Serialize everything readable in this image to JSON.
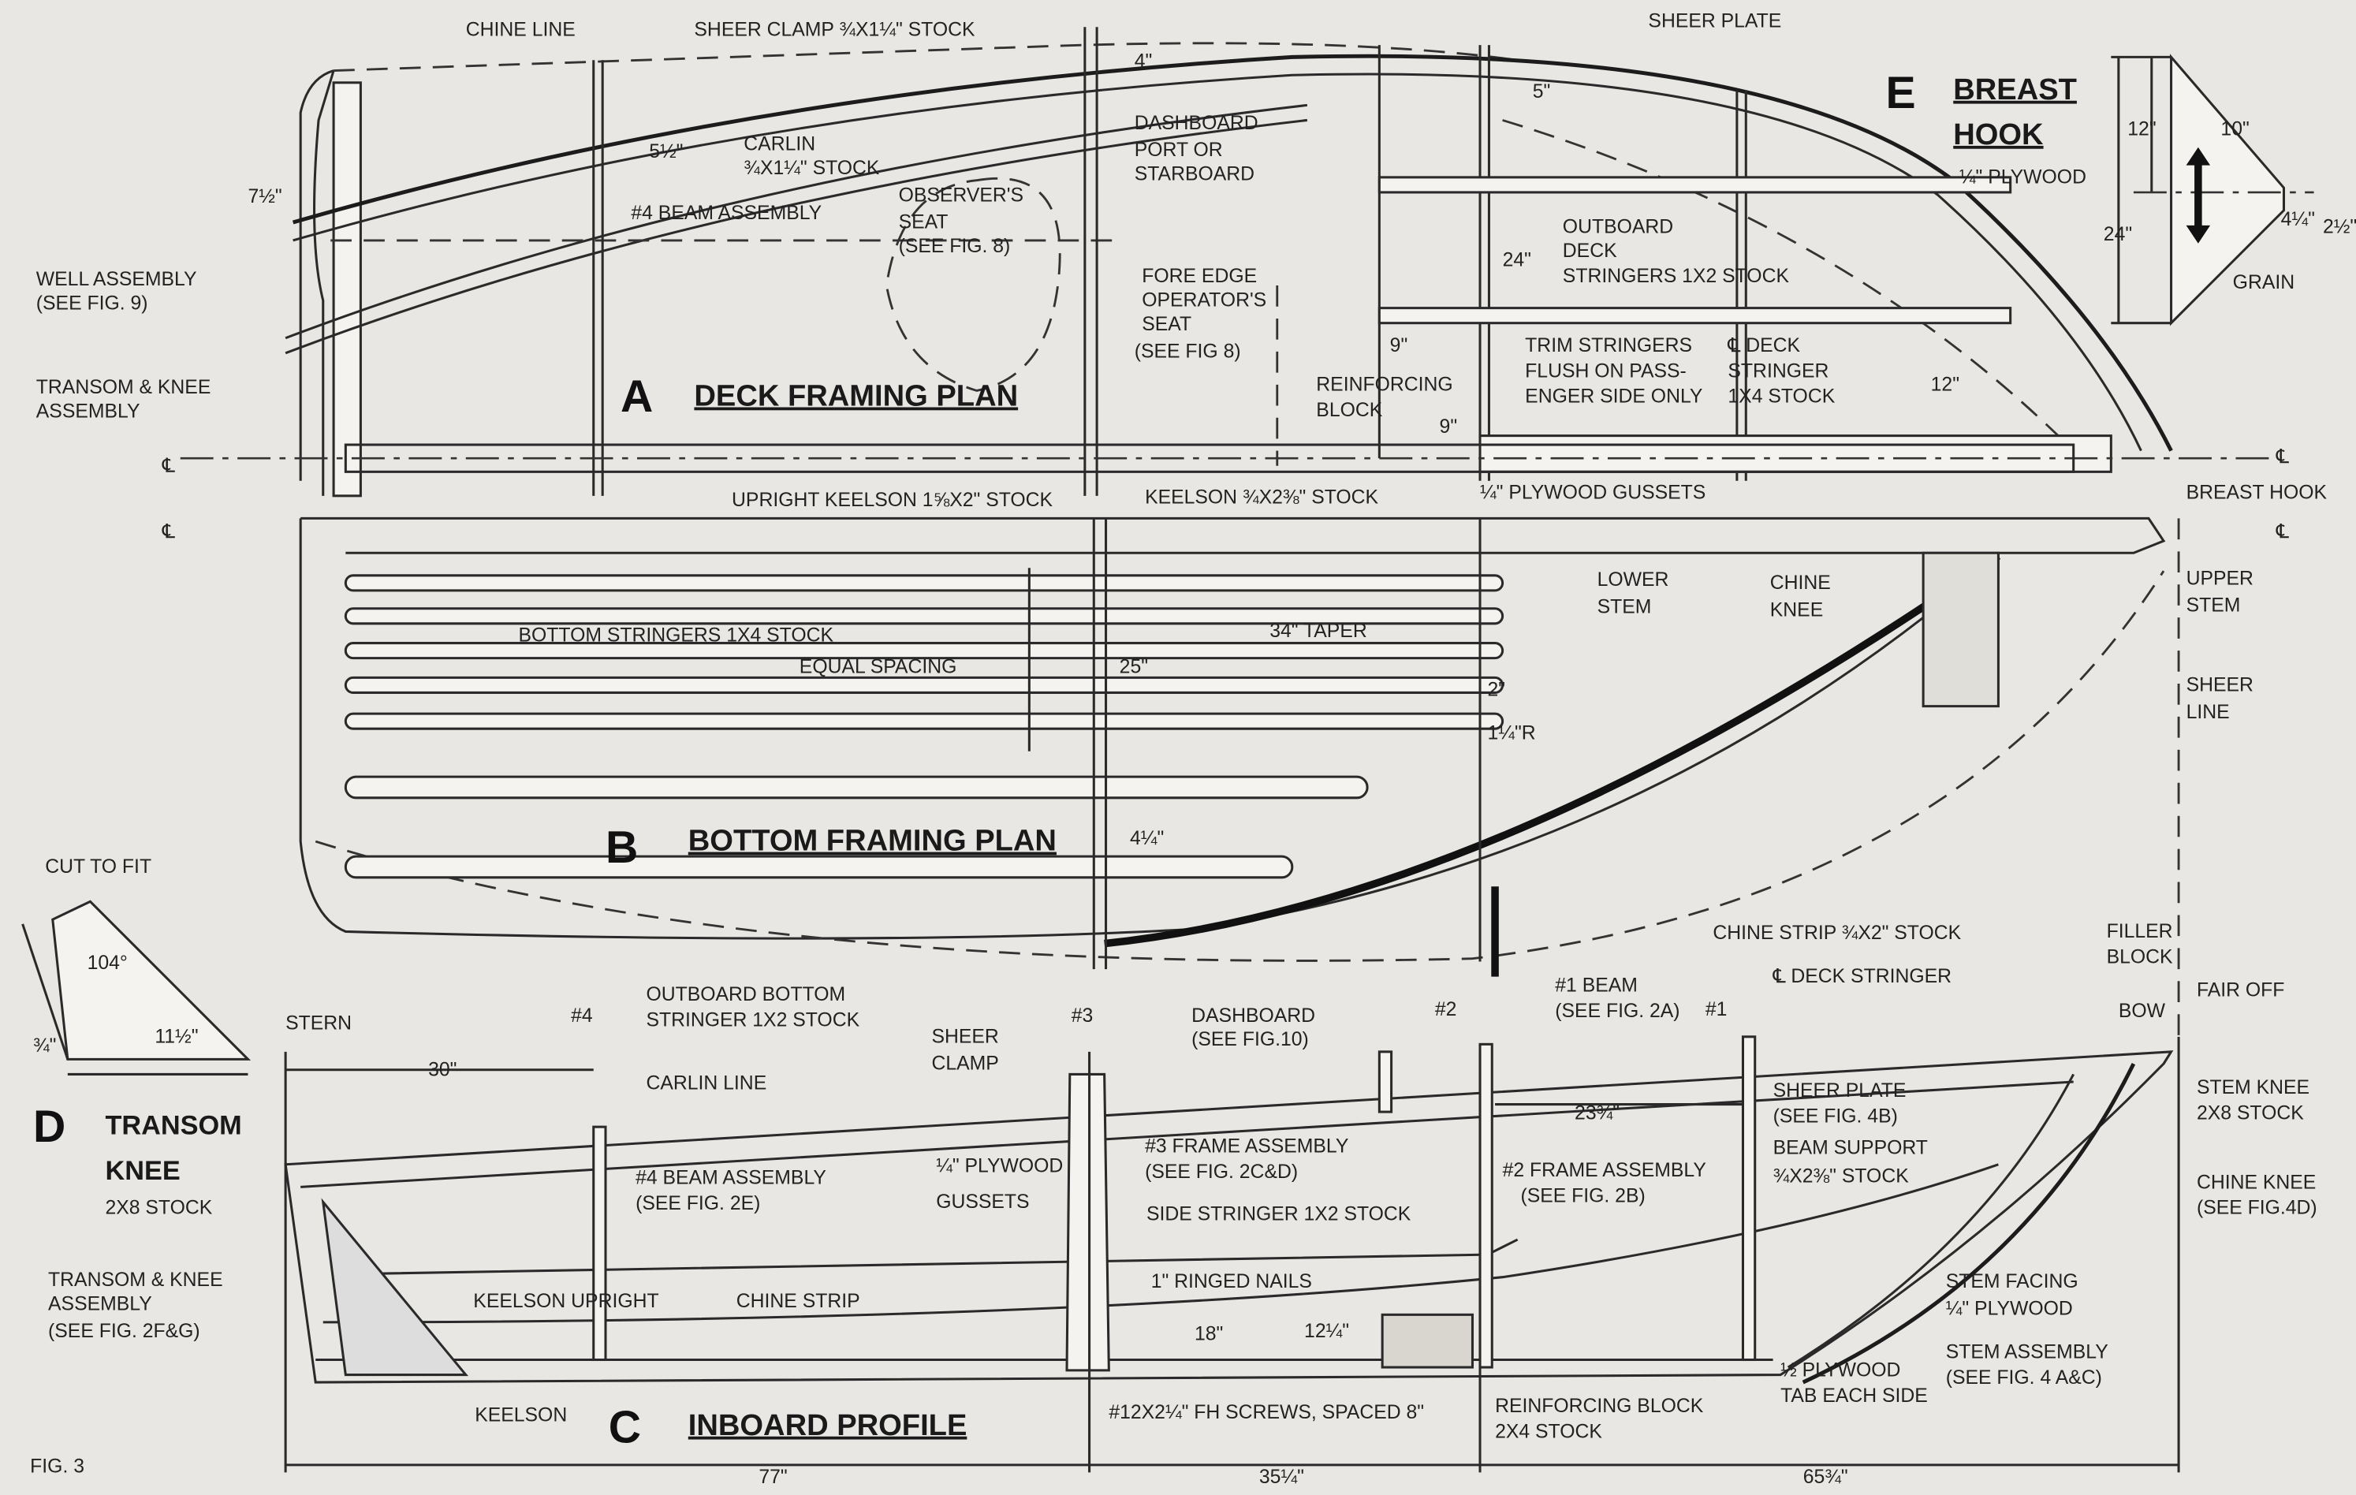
{
  "figure": {
    "fig_label": "FIG. 3",
    "dims_overall": [
      "77\"",
      "35¼\"",
      "65¾\""
    ]
  },
  "a": {
    "letter": "A",
    "title": "DECK FRAMING PLAN",
    "labels": [
      "CHINE LINE",
      "SHEER CLAMP ¾X1¼\" STOCK",
      "SHEER PLATE",
      "CARLIN",
      "¾X1¼\" STOCK",
      "5½\"",
      "7½\"",
      "#4 BEAM ASSEMBLY",
      "OBSERVER'S",
      "SEAT",
      "(SEE FIG. 8)",
      "WELL ASSEMBLY",
      "(SEE FIG. 9)",
      "TRANSOM & KNEE",
      "ASSEMBLY",
      "4\"",
      "5\"",
      "DASHBOARD",
      "PORT OR",
      "STARBOARD",
      "FORE EDGE",
      "OPERATOR'S",
      "SEAT",
      "(SEE FIG 8)",
      "OUTBOARD",
      "DECK",
      "STRINGERS 1X2 STOCK",
      "24\"",
      "9\"",
      "TRIM STRINGERS",
      "FLUSH ON PASS-",
      "ENGER SIDE ONLY",
      "℄ DECK",
      "STRINGER",
      "1X4 STOCK",
      "12\"",
      "REINFORCING",
      "BLOCK",
      "9\"",
      "UPRIGHT KEELSON 1⅝X2\" STOCK",
      "KEELSON ¾X2⅜\" STOCK",
      "¼\" PLYWOOD GUSSETS",
      "BREAST HOOK",
      "℄",
      "℄",
      "℄",
      "℄"
    ]
  },
  "e": {
    "letter": "E",
    "title_1": "BREAST",
    "title_2": "HOOK",
    "labels": [
      "¼\" PLYWOOD",
      "12\"",
      "10\"",
      "24\"",
      "4¼\"",
      "2½\"",
      "GRAIN"
    ]
  },
  "b": {
    "letter": "B",
    "title": "BOTTOM FRAMING PLAN",
    "labels": [
      "BOTTOM STRINGERS 1X4 STOCK",
      "EQUAL SPACING",
      "34\" TAPER",
      "25\"",
      "2\"",
      "1¼\"R",
      "4¼\"",
      "LOWER",
      "STEM",
      "CHINE",
      "KNEE",
      "UPPER",
      "STEM",
      "SHEER",
      "LINE",
      "CHINE STRIP ¾X2\" STOCK",
      "FILLER",
      "BLOCK"
    ]
  },
  "d": {
    "letter": "D",
    "title_1": "TRANSOM",
    "title_2": "KNEE",
    "labels": [
      "2X8 STOCK",
      "CUT TO FIT",
      "104°",
      "¾\"",
      "11½\""
    ]
  },
  "c": {
    "letter": "C",
    "title": "INBOARD PROFILE",
    "labels": [
      "OUTBOARD BOTTOM",
      "STRINGER 1X2 STOCK",
      "STERN",
      "30\"",
      "#4",
      "#3",
      "#2",
      "#1",
      "SHEER",
      "CLAMP",
      "CARLIN LINE",
      "DASHBOARD",
      "(SEE FIG.10)",
      "#1 BEAM",
      "(SEE FIG. 2A)",
      "℄ DECK STRINGER",
      "BOW",
      "FAIR OFF",
      "23¾\"",
      "SHEER PLATE",
      "(SEE FIG. 4B)",
      "BEAM SUPPORT",
      "¾X2⅜\" STOCK",
      "STEM KNEE",
      "2X8 STOCK",
      "CHINE KNEE",
      "(SEE FIG.4D)",
      "#4 BEAM ASSEMBLY",
      "(SEE FIG. 2E)",
      "¼\" PLYWOOD",
      "GUSSETS",
      "#3 FRAME ASSEMBLY",
      "(SEE FIG. 2C&D)",
      "#2 FRAME ASSEMBLY",
      "(SEE FIG. 2B)",
      "SIDE STRINGER 1X2 STOCK",
      "TRANSOM & KNEE",
      "ASSEMBLY",
      "(SEE FIG. 2F&G)",
      "KEELSON UPRIGHT",
      "CHINE STRIP",
      "1\" RINGED NAILS",
      "12¼\"",
      "18\"",
      "STEM FACING",
      "¼\" PLYWOOD",
      "STEM ASSEMBLY",
      "(SEE FIG. 4 A&C)",
      "½ PLYWOOD",
      "TAB EACH SIDE",
      "KEELSON",
      "#12X2¼\" FH SCREWS, SPACED 8\"",
      "REINFORCING BLOCK",
      "2X4 STOCK"
    ]
  }
}
